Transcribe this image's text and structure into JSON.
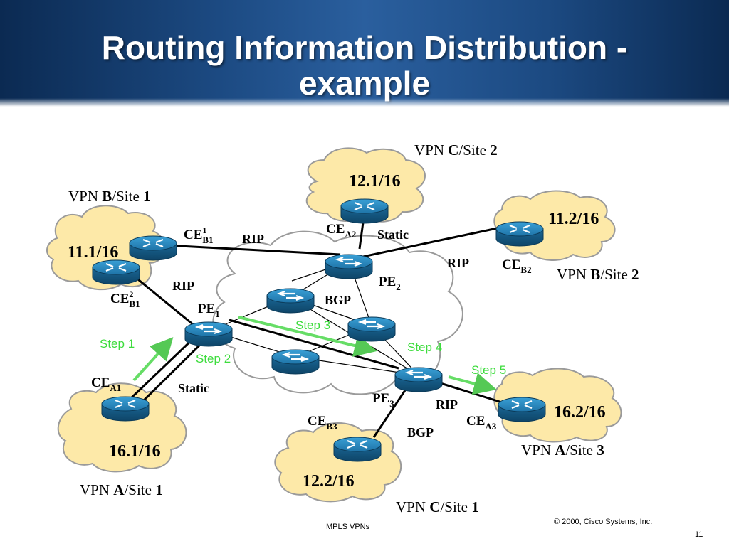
{
  "title": {
    "line1": "Routing Information Distribution -",
    "line2": "example"
  },
  "sites": {
    "vpn_c_site2": {
      "p1": "VPN ",
      "vpn": "C",
      "p2": "/Site ",
      "num": "2",
      "net": "12.1/16"
    },
    "vpn_b_site1": {
      "p1": "VPN ",
      "vpn": "B",
      "p2": "/Site ",
      "num": "1",
      "net": "11.1/16"
    },
    "vpn_b_site2": {
      "p1": "VPN ",
      "vpn": "B",
      "p2": "/Site ",
      "num": "2",
      "net": "11.2/16"
    },
    "vpn_a_site1": {
      "p1": "VPN ",
      "vpn": "A",
      "p2": "/Site ",
      "num": "1",
      "net": "16.1/16"
    },
    "vpn_a_site3": {
      "p1": "VPN ",
      "vpn": "A",
      "p2": "/Site ",
      "num": "3",
      "net": "16.2/16"
    },
    "vpn_c_site1": {
      "p1": "VPN ",
      "vpn": "C",
      "p2": "/Site ",
      "num": "1",
      "net": "12.2/16"
    }
  },
  "nodes": {
    "ce1_b1": {
      "base": "CE",
      "sup": "1",
      "sub": "B1"
    },
    "ce2_b1": {
      "base": "CE",
      "sup": "2",
      "sub": "B1"
    },
    "ce_a2": {
      "base": "CE",
      "sub": "A2"
    },
    "ce_b2": {
      "base": "CE",
      "sub": "B2"
    },
    "ce_a1": {
      "base": "CE",
      "sub": "A1"
    },
    "ce_a3": {
      "base": "CE",
      "sub": "A3"
    },
    "ce_b3": {
      "base": "CE",
      "sub": "B3"
    },
    "pe1": {
      "base": "PE",
      "sub": "1"
    },
    "pe2": {
      "base": "PE",
      "sub": "2"
    },
    "pe3": {
      "base": "PE",
      "sub": "3"
    }
  },
  "protocols": {
    "rip_ce1b1": "RIP",
    "static_cea2": "Static",
    "rip_ceb2": "RIP",
    "rip_ce2b1": "RIP",
    "bgp_core": "BGP",
    "static_cea1": "Static",
    "rip_cea3": "RIP",
    "bgp_ceb3": "BGP"
  },
  "steps": [
    "Step 1",
    "Step 2",
    "Step 3",
    "Step 4",
    "Step 5"
  ],
  "footer": {
    "course": "MPLS VPNs",
    "copyright": "© 2000, Cisco Systems, Inc.",
    "page": "11"
  },
  "colors": {
    "header": "#1c4a82",
    "cloud_site": "#fde9a8",
    "cloud_core": "#ffffff",
    "router": "#1e7fb5",
    "step_arrow": "#66dd66"
  }
}
